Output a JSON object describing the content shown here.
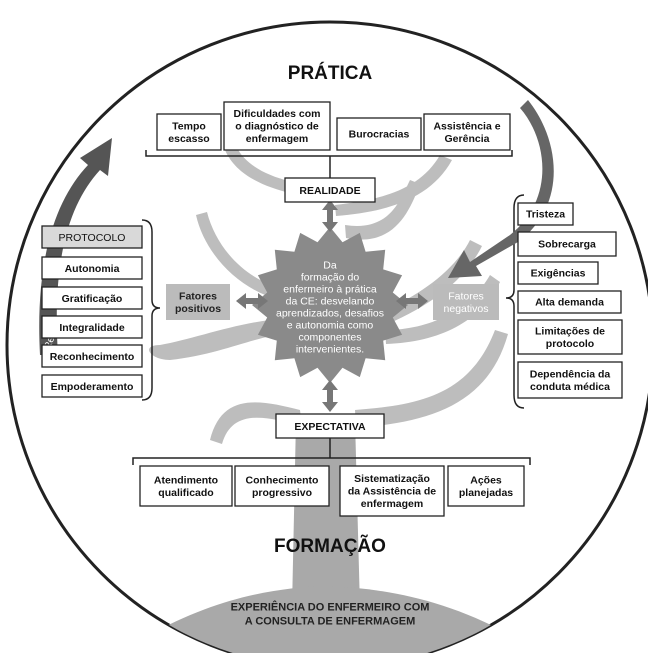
{
  "title_top": "PRÁTICA",
  "title_bottom": "FORMAÇÃO",
  "base_label": [
    "EXPERIÊNCIA DO ENFERMEIRO COM",
    "A CONSULTA DE ENFERMAGEM"
  ],
  "arc_label": "Realização da Consulta de Enfermagem",
  "realidade": "REALIDADE",
  "expectativa": "EXPECTATIVA",
  "center_text": [
    "Da",
    "formação do",
    "enfermeiro à prática",
    "da CE: desvelando",
    "aprendizados, desafios",
    "e autonomia como",
    "componentes",
    "intervenientes."
  ],
  "positive_label": [
    "Fatores",
    "positivos"
  ],
  "negative_label": [
    "Fatores",
    "negativos"
  ],
  "top_boxes": [
    [
      "Tempo",
      "escasso"
    ],
    [
      "Dificuldades com",
      "o diagnóstico de",
      "enfermagem"
    ],
    [
      "Burocracias"
    ],
    [
      "Assistência e",
      "Gerência"
    ]
  ],
  "bottom_boxes": [
    [
      "Atendimento",
      "qualificado"
    ],
    [
      "Conhecimento",
      "progressivo"
    ],
    [
      "Sistematização",
      "da Assistência de",
      "enfermagem"
    ],
    [
      "Ações",
      "planejadas"
    ]
  ],
  "left_boxes": [
    "PROTOCOLO",
    "Autonomia",
    "Gratificação",
    "Integralidade",
    "Reconhecimento",
    "Empoderamento"
  ],
  "right_boxes": [
    [
      "Tristeza"
    ],
    [
      "Sobrecarga"
    ],
    [
      "Exigências"
    ],
    [
      "Alta demanda"
    ],
    [
      "Limitações de",
      "protocolo"
    ],
    [
      "Dependência da",
      "conduta médica"
    ]
  ],
  "colors": {
    "tree": "#bdbdbd",
    "trunk": "#a9a9a9",
    "center": "#8a8a8a",
    "arrow": "#666666",
    "label_bg": "#bbbbbb",
    "protocolo_bg": "#d9d9d9"
  }
}
